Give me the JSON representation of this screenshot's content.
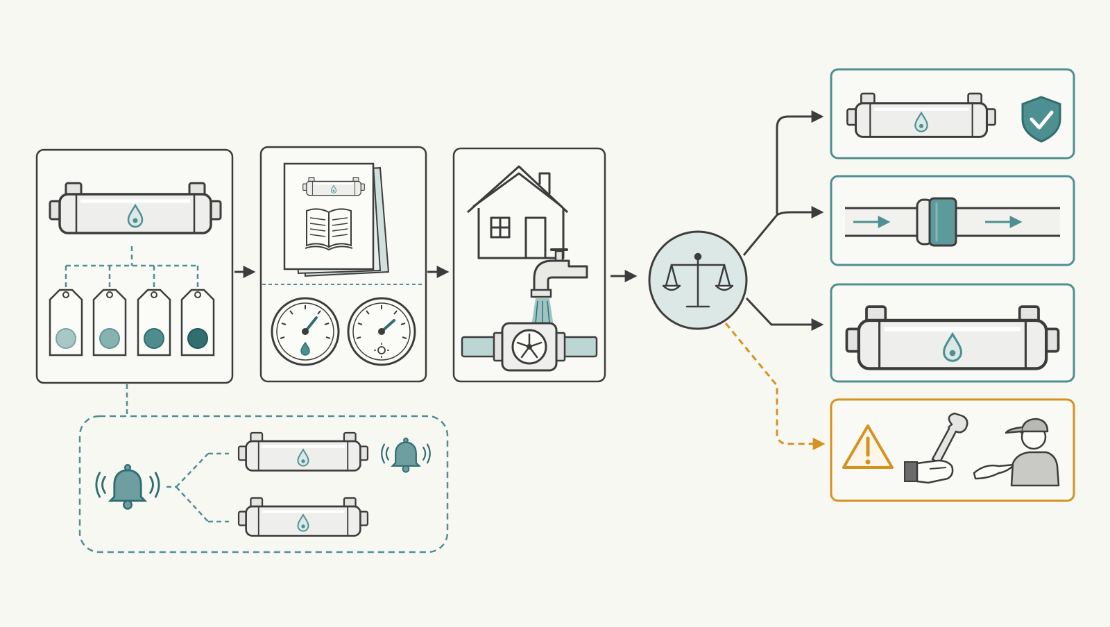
{
  "colors": {
    "background": "#f8f8f3",
    "line_dark": "#3c3c3c",
    "teal": "#4e8f92",
    "teal_dark": "#2f6e70",
    "teal_light": "#dbe8e6",
    "amber": "#d4921f",
    "filter_body": "#eeeeec"
  },
  "icons": {
    "filter": "water-filter-cartridge-icon",
    "drop": "water-drop-icon",
    "tag": "grade-tag-icon",
    "manual": "manual-book-icon",
    "gauge": "pressure-gauge-icon",
    "house": "house-icon",
    "faucet": "faucet-icon",
    "meter": "flow-meter-icon",
    "scale": "balance-scale-icon",
    "shield": "shield-check-icon",
    "coupling": "pipe-coupling-icon",
    "warning": "warning-triangle-icon",
    "wrench": "wrench-in-hand-icon",
    "technician": "technician-icon",
    "bell": "alarm-bell-icon"
  },
  "steps": [
    {
      "id": "classify",
      "icons": [
        "filter",
        "tag",
        "tag",
        "tag",
        "tag"
      ],
      "tag_fill_levels": [
        1,
        2,
        3,
        4
      ]
    },
    {
      "id": "document",
      "icons": [
        "manual",
        "gauge",
        "gauge"
      ]
    },
    {
      "id": "install",
      "icons": [
        "house",
        "faucet",
        "meter"
      ]
    },
    {
      "id": "assess",
      "icons": [
        "scale"
      ]
    }
  ],
  "outcomes": [
    {
      "id": "certified",
      "icons": [
        "filter",
        "shield"
      ],
      "status": "ok"
    },
    {
      "id": "inline-coupling",
      "icons": [
        "coupling"
      ],
      "status": "ok"
    },
    {
      "id": "standard-filter",
      "icons": [
        "filter"
      ],
      "status": "ok"
    },
    {
      "id": "service-needed",
      "icons": [
        "warning",
        "wrench",
        "technician"
      ],
      "status": "warning"
    }
  ],
  "alert_group": {
    "icons": [
      "bell",
      "filter",
      "filter",
      "bell"
    ]
  }
}
